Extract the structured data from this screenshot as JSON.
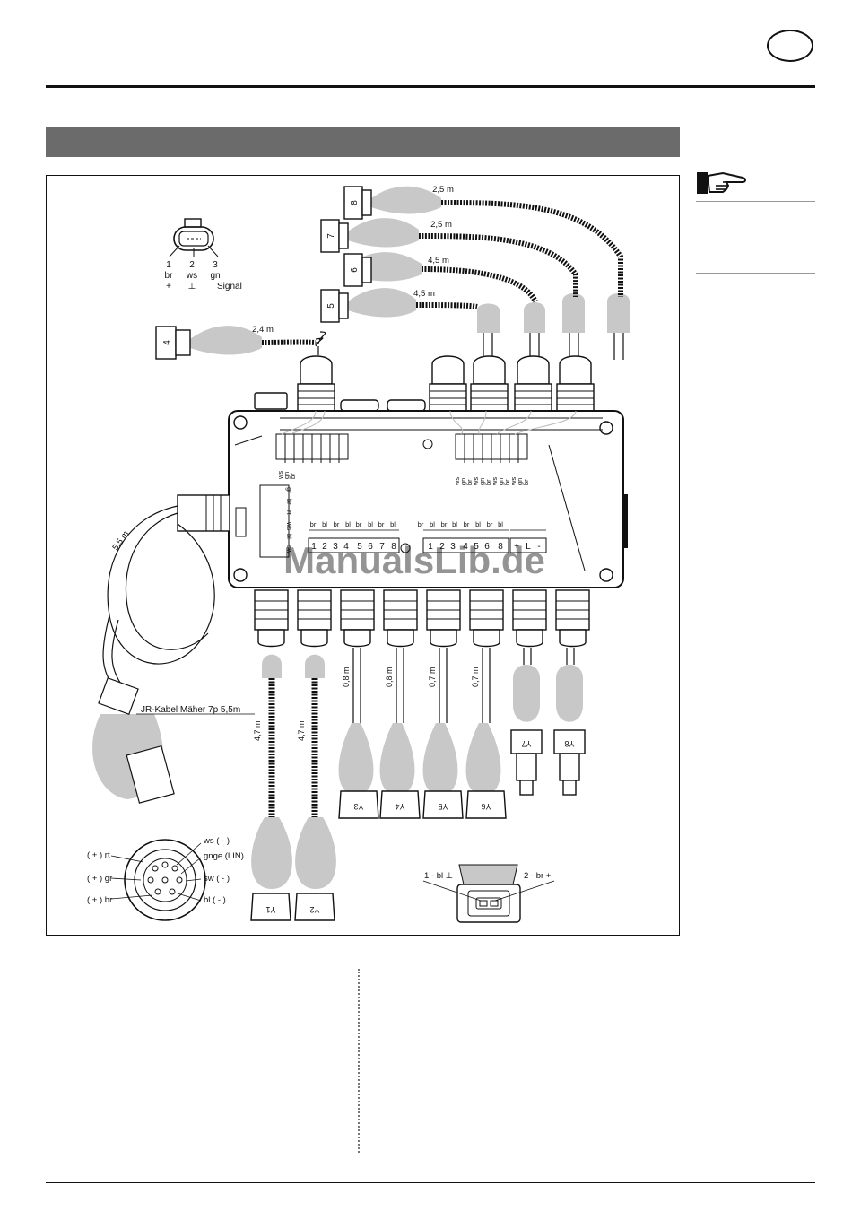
{
  "diagram": {
    "ecu_connector": {
      "pin_numbers": [
        "1",
        "2",
        "3"
      ],
      "pin_colors": [
        "br",
        "ws",
        "gn"
      ],
      "pin_functions": [
        "+",
        "⊥",
        "Signal"
      ]
    },
    "plugs_top": [
      "8",
      "7",
      "6",
      "5",
      "4"
    ],
    "top_cable_lengths": [
      "2,5 m",
      "2,5 m",
      "4,5 m",
      "4,5 m",
      "2,4 m"
    ],
    "wire_labels_top_right": [
      "ws",
      "gn",
      "br",
      "ws",
      "gn",
      "br",
      "ws",
      "gn",
      "br",
      "ws",
      "gn",
      "br"
    ],
    "wire_labels_top_left": [
      "ws",
      "gn",
      "br"
    ],
    "wire_labels_left_vertical": [
      "gr",
      "br",
      "rt",
      "ws",
      "bl",
      "sw"
    ],
    "terminal_group1": [
      "1",
      "2",
      "3",
      "4",
      "5",
      "6",
      "7",
      "8"
    ],
    "terminal_group2": [
      "1",
      "2",
      "3",
      "4",
      "5",
      "6",
      "8"
    ],
    "terminal_group3": [
      "+",
      "L",
      "-"
    ],
    "terminal_wire_colors": [
      "br",
      "bl",
      "br",
      "bl",
      "br",
      "bl",
      "br",
      "bl"
    ],
    "watermark": "ManualsLib.de",
    "mower_cable_length": "5,5 m",
    "mower_cable_label": "JR-Kabel Mäher 7p 5,5m",
    "bottom_cable_lengths": [
      "4,7 m",
      "4,7 m",
      "0,8 m",
      "0,8 m",
      "0,7 m",
      "0,7 m"
    ],
    "valve_plugs": [
      "Y1",
      "Y2",
      "Y3",
      "Y4",
      "Y5",
      "Y6",
      "Y7",
      "Y8"
    ],
    "socket_pins_left": [
      "( + )  rt",
      "( + )  gr",
      "( + )  br"
    ],
    "socket_pins_right": [
      "ws    ( - )",
      "gnge (LIN)",
      "sw     ( - )",
      "bl      ( - )"
    ],
    "valve_pin_labels": [
      "1 - bl ⊥",
      "2 - br +"
    ]
  },
  "colors": {
    "title_bar": "#6b6b6b",
    "cable_gray": "#c8c8c8",
    "watermark": "#3d7fd6"
  },
  "icons": [
    "pointing-hand-icon"
  ]
}
